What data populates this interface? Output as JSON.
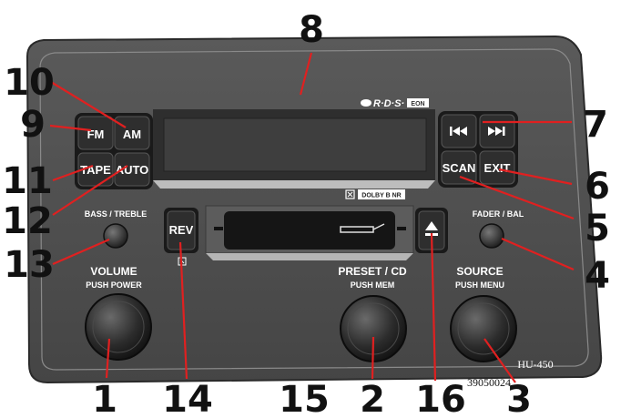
{
  "buttons": {
    "fm": "FM",
    "am": "AM",
    "tape": "TAPE",
    "auto": "AUTO",
    "rev": "REV",
    "scan": "SCAN",
    "exit": "EXIT"
  },
  "labels": {
    "bass_treble": "BASS / TREBLE",
    "fader_bal": "FADER / BAL",
    "volume": "VOLUME",
    "push_power": "PUSH POWER",
    "preset_cd": "PRESET / CD",
    "push_mem": "PUSH MEM",
    "source": "SOURCE",
    "push_menu": "PUSH MENU",
    "rds": "R·D·S·",
    "rds_badge": "EON",
    "dolby": "DOLBY B NR",
    "model": "HU-450",
    "part_number": "39050024"
  },
  "callouts": {
    "c1": "1",
    "c2": "2",
    "c3": "3",
    "c4": "4",
    "c5": "5",
    "c6": "6",
    "c7": "7",
    "c8": "8",
    "c9": "9",
    "c10": "10",
    "c11": "11",
    "c12": "12",
    "c13": "13",
    "c14": "14",
    "c15": "15",
    "c16": "16"
  },
  "colors": {
    "panel": "#505050",
    "button": "#2a2a2a",
    "display": "#3e3e3e",
    "leader": "#e02020"
  },
  "icons": {
    "prev": "skip-back-icon",
    "next": "skip-forward-icon",
    "eject": "eject-icon",
    "tape_slot": "cassette-slot-icon"
  }
}
